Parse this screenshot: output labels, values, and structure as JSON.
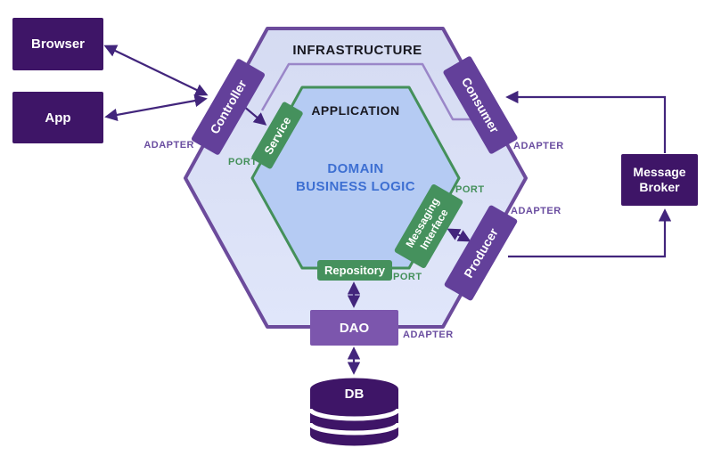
{
  "diagram": {
    "type": "hexagonal-architecture",
    "layers": {
      "infrastructure": "INFRASTRUCTURE",
      "application": "APPLICATION",
      "domain": "DOMAIN BUSINESS LOGIC"
    },
    "external_systems": {
      "browser": "Browser",
      "app": "App",
      "message_broker": "Message Broker",
      "db": "DB"
    },
    "adapters": {
      "controller": "Controller",
      "consumer": "Consumer",
      "producer": "Producer",
      "dao": "DAO"
    },
    "ports": {
      "service": "Service",
      "messaging_interface": "Messaging Interface",
      "repository": "Repository"
    },
    "labels": {
      "adapter": "ADAPTER",
      "port": "PORT"
    },
    "colors": {
      "external_box": "#3e1567",
      "adapter_box": "#63409a",
      "dao_box": "#7c56ad",
      "port_box": "#45915d",
      "outer_hex_border": "#6c4b9c",
      "outer_hex_fill": "#dae0f6",
      "application_outline": "#9a86c8",
      "inner_hex_border": "#44905a",
      "inner_hex_fill": "#b5cbf3",
      "domain_text": "#3d6fd2",
      "adapter_label_text": "#6a4da0",
      "port_label_text": "#44905a",
      "arrow": "#42257c"
    }
  }
}
